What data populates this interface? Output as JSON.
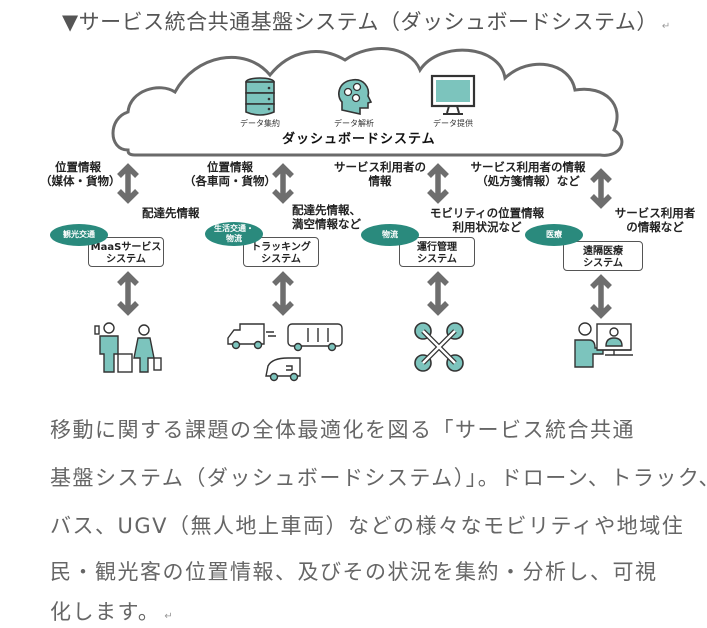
{
  "heading": {
    "title": "▼サービス統合共通基盤システム（ダッシュボードシステム）",
    "return_mark": "↵"
  },
  "cloud": {
    "title": "ダッシュボードシステム",
    "icons": [
      {
        "icon": "database-icon",
        "label": "データ集約"
      },
      {
        "icon": "brain-gears-icon",
        "label": "データ解析"
      },
      {
        "icon": "monitor-icon",
        "label": "データ提供"
      }
    ]
  },
  "columns": [
    {
      "up_label_1": "位置情報",
      "up_label_2": "（媒体・貨物）",
      "down_label_1": "配達先情報",
      "down_label_2": "",
      "category": "観光交通",
      "category_2": "",
      "system_1": "MaaSサービス",
      "system_2": "システム",
      "icon": "travelers-icon"
    },
    {
      "up_label_1": "位置情報",
      "up_label_2": "（各車両・貨物）",
      "down_label_1": "配達先情報、",
      "down_label_2": "満空情報など",
      "category": "生活交通・",
      "category_2": "物流",
      "system_1": "トラッキング",
      "system_2": "システム",
      "icon": "vehicles-icon"
    },
    {
      "up_label_1": "サービス利用者の",
      "up_label_2": "情報",
      "down_label_1": "モビリティの位置情報",
      "down_label_2": "利用状況など",
      "category": "物流",
      "category_2": "",
      "system_1": "運行管理",
      "system_2": "システム",
      "icon": "drone-icon"
    },
    {
      "up_label_1": "サービス利用者の情報",
      "up_label_2": "（処方箋情報）など",
      "down_label_1": "サービス利用者",
      "down_label_2": "の情報など",
      "category": "医療",
      "category_2": "",
      "system_1": "遠隔医療",
      "system_2": "システム",
      "icon": "telemedicine-icon"
    }
  ],
  "description": {
    "lines": [
      "移動に関する課題の全体最適化を図る「サービス統合共通",
      "基盤システム（ダッシュボードシステム）」。ドローン、トラック、",
      "バス、UGV（無人地上車両）などの様々なモビリティや地域住",
      "民・観光客の位置情報、及びその状況を集約・分析し、可視",
      "化します。"
    ],
    "return_mark": "↵"
  },
  "colors": {
    "teal": "#7cc4bd",
    "teal_dark": "#2a8a7d",
    "arrow_gray": "#6e6e6e",
    "outline": "#333333"
  }
}
